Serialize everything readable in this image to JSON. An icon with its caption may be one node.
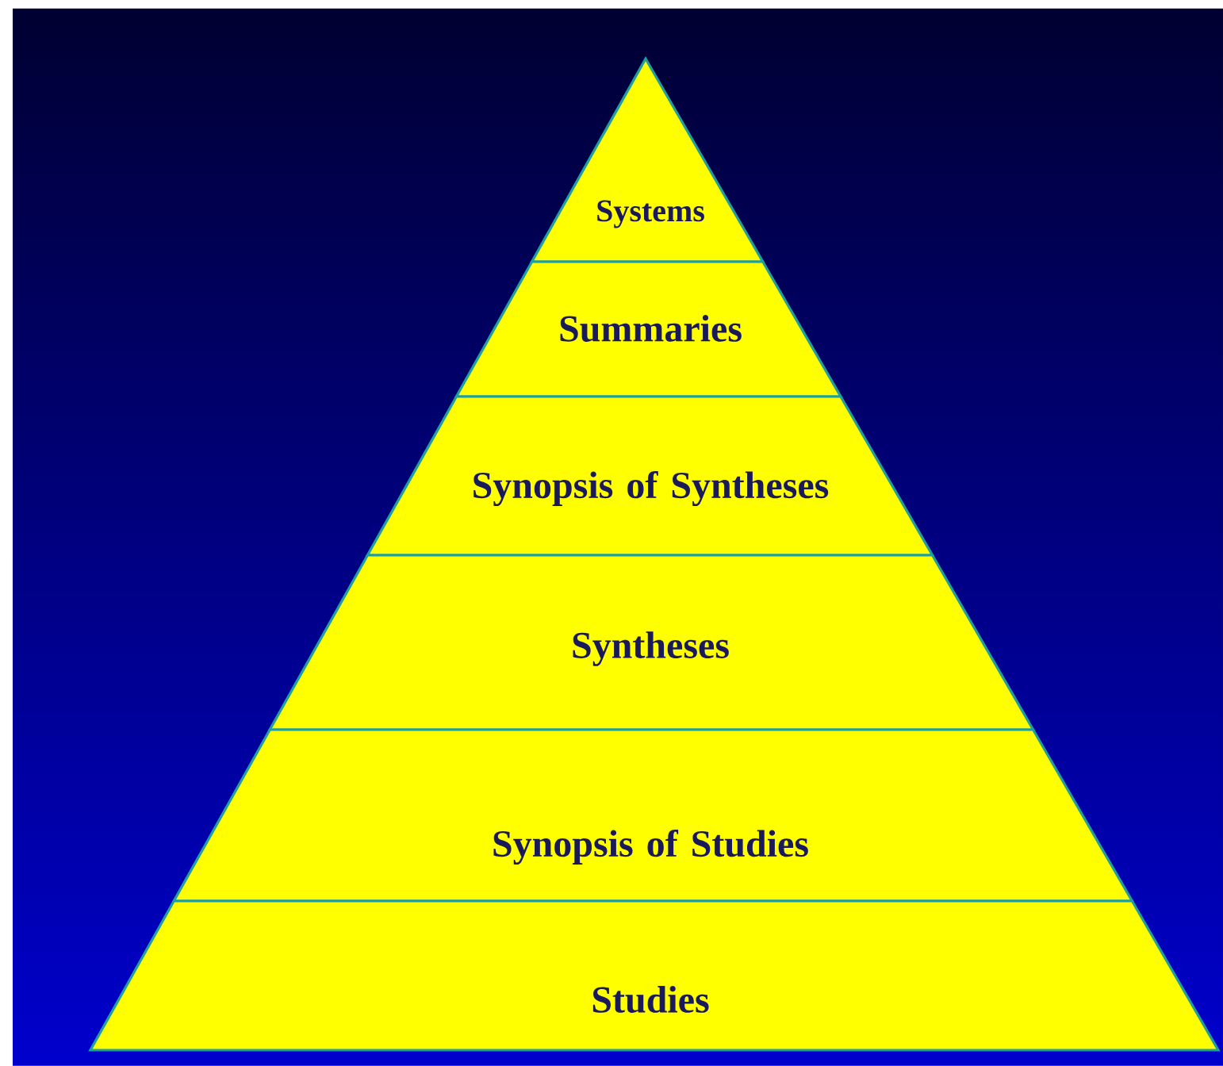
{
  "diagram": {
    "nodes": [
      {
        "text": [
          "Systems"
        ]
      },
      {
        "text": [
          "Summaries"
        ]
      },
      {
        "text": [
          "Synopsis of Syntheses"
        ]
      },
      {
        "text": [
          "Syntheses"
        ]
      },
      {
        "text": [
          "Synopsis of Studies"
        ]
      },
      {
        "text": [
          "Studies"
        ]
      }
    ]
  }
}
